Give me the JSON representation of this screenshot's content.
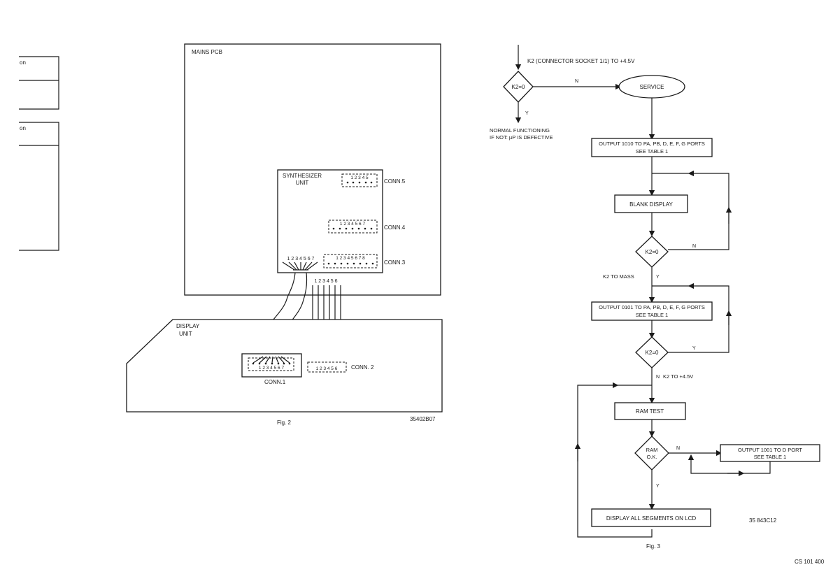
{
  "left_table": {
    "header_1": "on",
    "header_2": "on"
  },
  "fig2": {
    "mains_pcb": "MAINS PCB",
    "synth_title": [
      "SYNTHESIZER",
      "UNIT"
    ],
    "conn5": {
      "label": "CONN.5",
      "pins": "1 2 3 4 5"
    },
    "conn4": {
      "label": "CONN.4",
      "pins": "1 2 3 4 5 6 7"
    },
    "conn3": {
      "label": "CONN.3",
      "pins": "1 2 3 4 5 6 7 8"
    },
    "synth_left_pins": "1 2 3 4 5 6 7",
    "cable2_pins": "1 2 3 4 5 6",
    "display_title": [
      "DISPLAY",
      "UNIT"
    ],
    "conn1": {
      "label": "CONN.1",
      "pins": "1 2 3 4 5 6 7"
    },
    "conn2": {
      "label": "CONN. 2",
      "pins": "1 2 3 4 5 6"
    },
    "code": "35402B07",
    "caption": "Fig. 2"
  },
  "fig3": {
    "top_label": "K2 (CONNECTOR SOCKET 1/1) TO +4.5V",
    "d1": "K2=0",
    "d1_n": "N",
    "d1_y": "Y",
    "service": "SERVICE",
    "normal_1": "NORMAL FUNCTIONING",
    "normal_2": "IF NOT: µP IS DEFECTIVE",
    "out1010_1": "OUTPUT 1010 TO PA, PB, D, E, F, G PORTS",
    "out1010_2": "SEE TABLE 1",
    "blank": "BLANK DISPLAY",
    "d2": "K2=0",
    "d2_n": "N",
    "d2_y": "Y",
    "k2_mass": "K2 TO MASS",
    "out0101_1": "OUTPUT 0101 TO PA, PB, D, E, F, G PORTS",
    "out0101_2": "SEE TABLE 1",
    "d3": "K2=0",
    "d3_y": "Y",
    "d3_n": "N",
    "k2_45": "K2 TO +4.5V",
    "ram_test": "RAM TEST",
    "d4_1": "RAM",
    "d4_2": "O.K.",
    "d4_n": "N",
    "d4_y": "Y",
    "out1001_1": "OUTPUT 1001 TO D PORT",
    "out1001_2": "SEE TABLE 1",
    "display_all": "DISPLAY ALL SEGMENTS ON LCD",
    "code": "35 843C12",
    "caption": "Fig. 3"
  },
  "footer": "CS 101 400"
}
